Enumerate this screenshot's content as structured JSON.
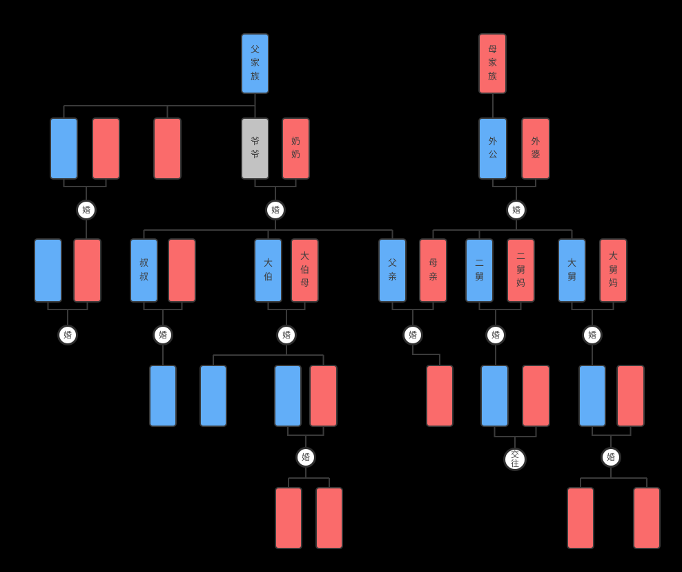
{
  "people": {
    "father_family": "父家族",
    "mother_family": "母家族",
    "grandfather": "爷爷",
    "grandmother": "奶奶",
    "maternal_grandfather": "外公",
    "maternal_grandmother": "外婆",
    "uncle": "叔叔",
    "eldest_uncle": "大伯",
    "eldest_uncle_wife": "大伯母",
    "father": "父亲",
    "mother": "母亲",
    "second_maternal_uncle": "二舅",
    "second_maternal_uncle_wife": "二舅妈",
    "eldest_maternal_uncle": "大舅",
    "eldest_maternal_uncle_wife": "大舅妈"
  },
  "relationships": {
    "marriage": "婚",
    "dating": "交往"
  },
  "colors": {
    "male": "#62AEF8",
    "female": "#FA6B6B",
    "deceased": "#C2C2C2",
    "background": "#000000",
    "connector": "#3A3A3A",
    "circle_fill": "#FFFFFF",
    "node_border": "#383838",
    "text": "#3D3D3D"
  }
}
